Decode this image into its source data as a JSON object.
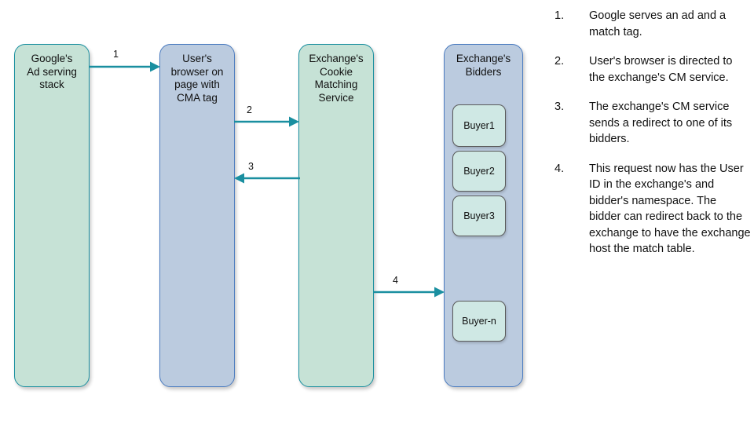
{
  "diagram": {
    "boxes": [
      {
        "id": "ad-serving-stack",
        "label": "Google's\nAd serving\nstack",
        "color": "green"
      },
      {
        "id": "user-browser",
        "label": "User's\nbrowser on\npage with\nCMA tag",
        "color": "blue"
      },
      {
        "id": "cookie-matching",
        "label": "Exchange's\nCookie\nMatching\nService",
        "color": "green"
      },
      {
        "id": "exchange-bidders",
        "label": "Exchange's\nBidders",
        "color": "blue"
      }
    ],
    "buyers": [
      {
        "id": "buyer1",
        "label": "Buyer1"
      },
      {
        "id": "buyer2",
        "label": "Buyer2"
      },
      {
        "id": "buyer3",
        "label": "Buyer3"
      },
      {
        "id": "buyer-n",
        "label": "Buyer-n"
      }
    ],
    "arrows": [
      {
        "id": "arrow-1",
        "label": "1",
        "from": "ad-serving-stack",
        "to": "user-browser",
        "direction": "right"
      },
      {
        "id": "arrow-2",
        "label": "2",
        "from": "user-browser",
        "to": "cookie-matching",
        "direction": "right"
      },
      {
        "id": "arrow-3",
        "label": "3",
        "from": "cookie-matching",
        "to": "user-browser",
        "direction": "left"
      },
      {
        "id": "arrow-4",
        "label": "4",
        "from": "cookie-matching",
        "to": "exchange-bidders",
        "direction": "right"
      }
    ],
    "colors": {
      "green_fill": "#c6e2d6",
      "green_border": "#1a90a0",
      "blue_fill": "#bbcbdf",
      "blue_border": "#4a7bc0",
      "buyer_fill": "#cfe8e4",
      "buyer_border": "#5a5a5a",
      "arrow": "#1a8fa0",
      "text": "#111111"
    }
  },
  "notes": [
    {
      "num": "1.",
      "text": "Google serves an ad and a match tag."
    },
    {
      "num": "2.",
      "text": "User's browser is directed to the exchange's CM service."
    },
    {
      "num": "3.",
      "text": "The exchange's CM service sends a redirect to one of its bidders."
    },
    {
      "num": "4.",
      "text": "This request now has the User ID in the exchange's and bidder's namespace. The bidder can redirect back to the exchange to have the exchange host the match table."
    }
  ]
}
